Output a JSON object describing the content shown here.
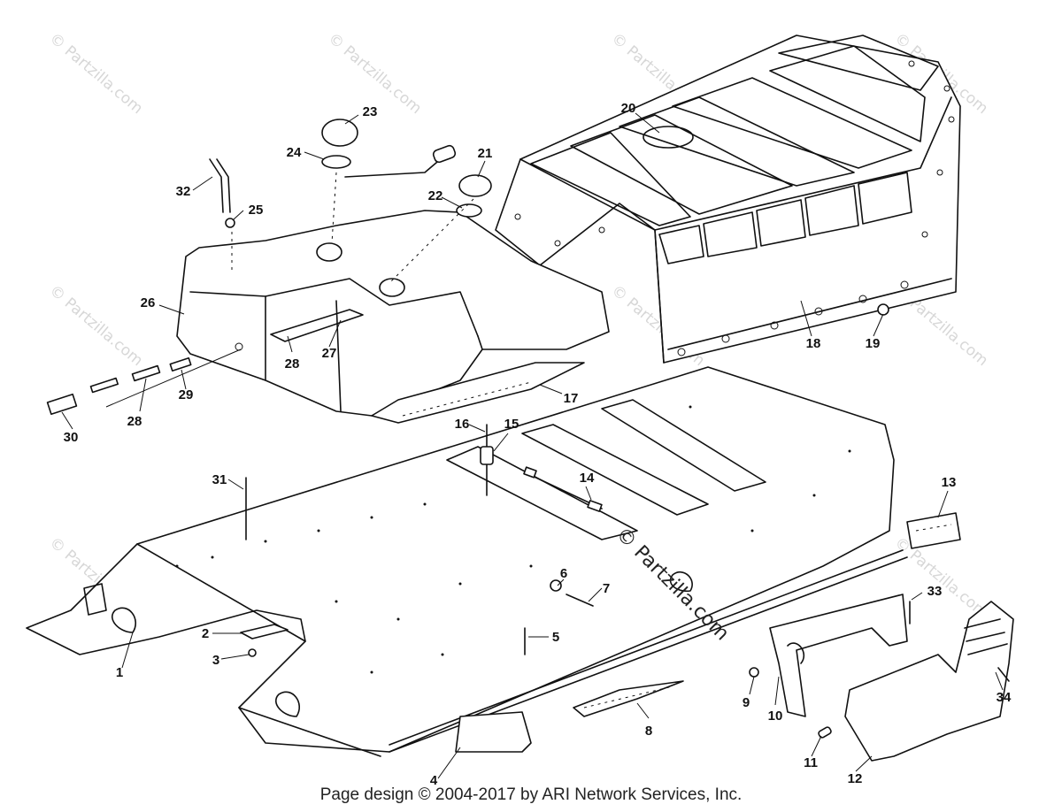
{
  "watermark": {
    "text": "© Partzilla.com",
    "center_text": "© Partzilla.com"
  },
  "footer": {
    "copyright": "Page design © 2004-2017 by ARI Network Services, Inc."
  },
  "callouts": [
    "1",
    "2",
    "3",
    "4",
    "5",
    "6",
    "7",
    "8",
    "9",
    "10",
    "11",
    "12",
    "13",
    "14",
    "15",
    "16",
    "17",
    "18",
    "19",
    "20",
    "21",
    "22",
    "23",
    "24",
    "25",
    "26",
    "27",
    "28",
    "29",
    "30",
    "31",
    "32",
    "33",
    "34"
  ]
}
